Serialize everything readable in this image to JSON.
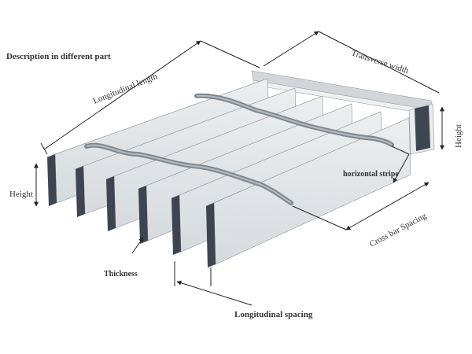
{
  "diagram": {
    "title": "Description in different part",
    "labels": {
      "longitudinal_length": "Longitudinal length",
      "transverse_width": "Transverse width",
      "height_left": "Height",
      "height_right": "Height",
      "horizontal_stripe": "horizontal stripe",
      "cross_bar_spacing": "Cross bar Spacing",
      "thickness": "Thickness",
      "longitudinal_spacing": "Longitudinal spacing"
    },
    "colors": {
      "bar_top": "#c9ced3",
      "bar_side": "#e4e7ea",
      "bar_end": "#3d4650",
      "twist_bar": "#8e959c",
      "line": "#222222"
    }
  }
}
